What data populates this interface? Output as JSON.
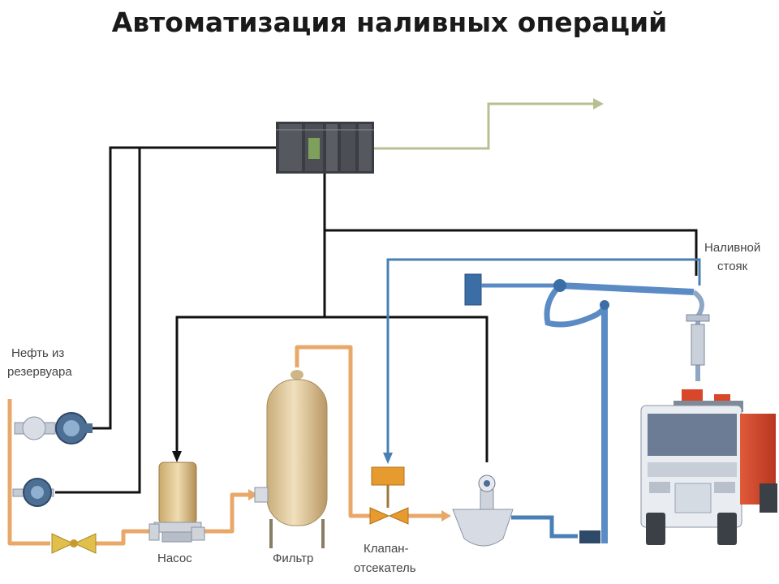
{
  "title": "Автоматизация наливных операций",
  "labels": {
    "oil_source_line1": "Нефть из",
    "oil_source_line2": "резервуара",
    "pump": "Насос",
    "filter": "Фильтр",
    "valve_line1": "Клапан-",
    "valve_line2": "отсекатель",
    "riser_line1": "Наливной",
    "riser_line2": "стояк"
  },
  "colors": {
    "control_line": "#111111",
    "oil_pipe": "#e8a86a",
    "signal_line": "#4a7fb5",
    "uplink": "#b9bf92",
    "filter_body": "#e6cfa0",
    "truck_cab": "#d9472b",
    "truck_front": "#6c7c94"
  },
  "icons": [
    "plc-controller-icon",
    "flow-transmitter-icon",
    "pressure-transmitter-icon",
    "ball-valve-icon",
    "pump-icon",
    "filter-icon",
    "shutoff-valve-icon",
    "flowmeter-icon",
    "loading-arm-icon",
    "tank-truck-icon"
  ]
}
